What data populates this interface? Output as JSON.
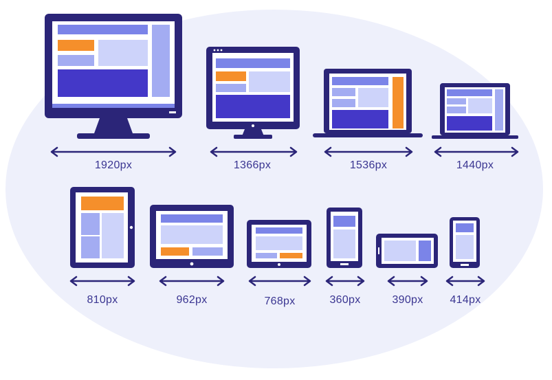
{
  "colors": {
    "frame": "#2b2578",
    "dark": "#4438c8",
    "mid": "#7b84e8",
    "light": "#a3acf2",
    "pale": "#cdd3fa",
    "orange": "#f58f2b",
    "background": "#eef0fb",
    "label": "#3a3591"
  },
  "labels": {
    "desktop_1920": "1920px",
    "desktop_1366": "1366px",
    "laptop_1536": "1536px",
    "laptop_1440": "1440px",
    "tablet_810": "810px",
    "tablet_962": "962px",
    "tablet_768": "768px",
    "phone_360": "360px",
    "phone_390": "390px",
    "phone_414": "414px"
  },
  "icons": {
    "width_arrow": "double-headed-arrow"
  }
}
